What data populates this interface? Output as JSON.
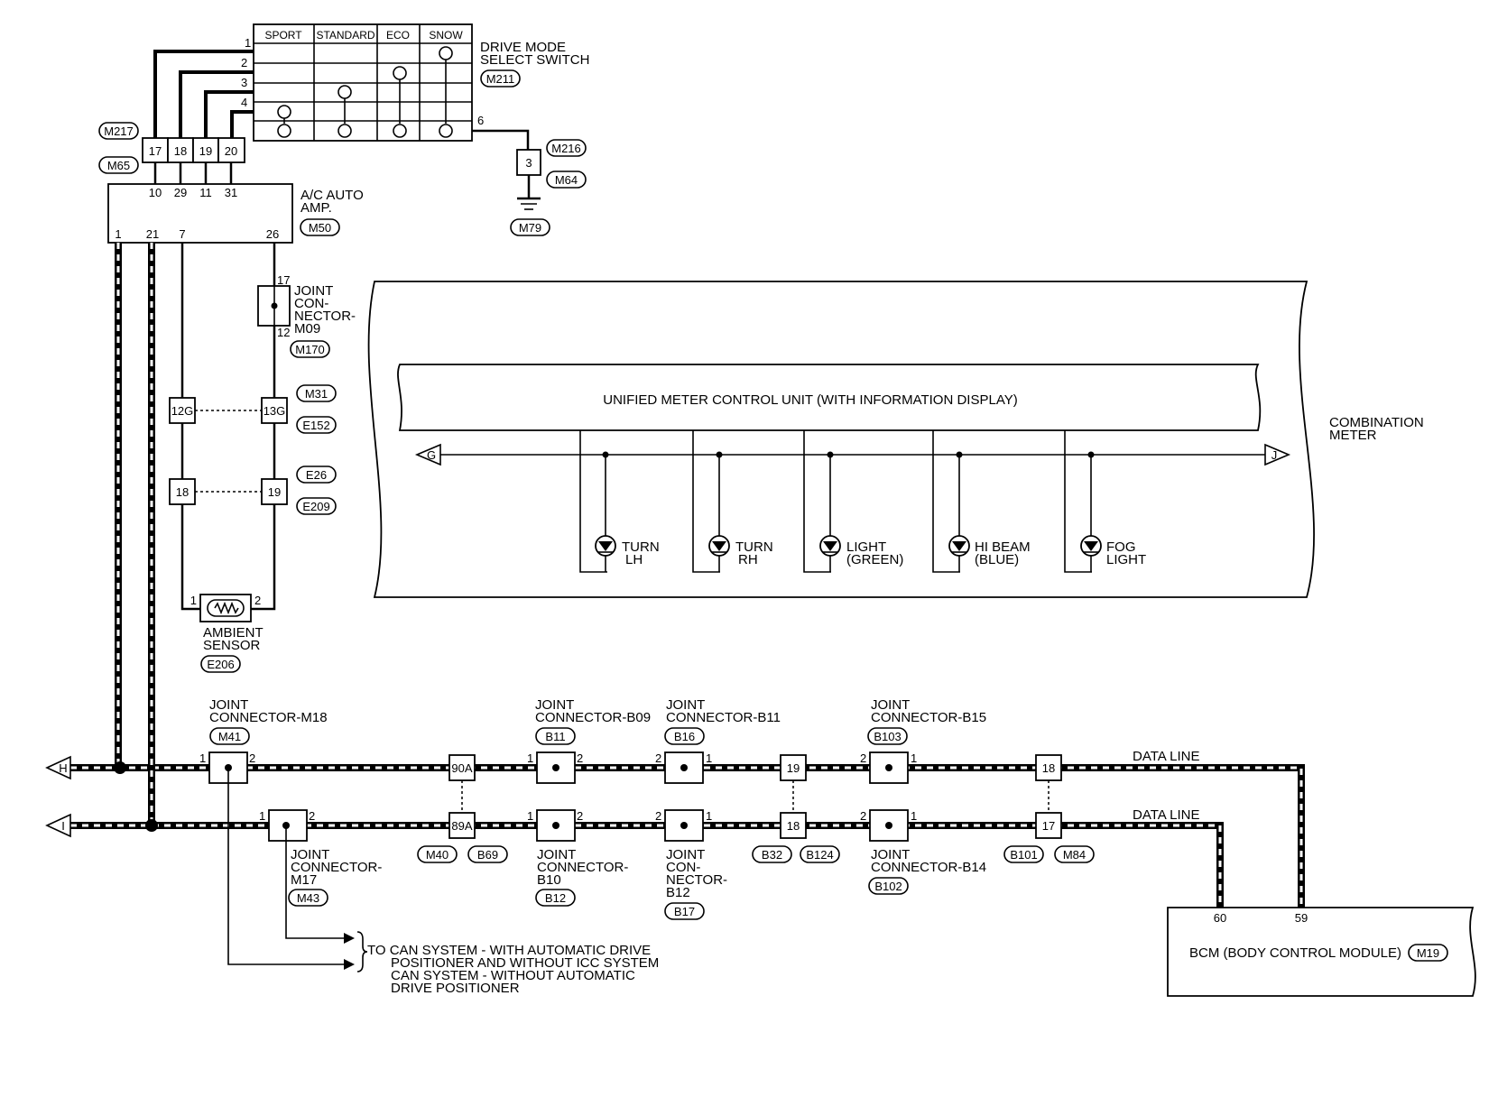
{
  "switch": {
    "title": [
      "DRIVE MODE",
      "SELECT SWITCH"
    ],
    "conn": "M211",
    "columns": [
      "SPORT",
      "STANDARD",
      "ECO",
      "SNOW"
    ],
    "rows": [
      "1",
      "2",
      "3",
      "4"
    ],
    "common_pin": "6"
  },
  "ground": {
    "pin": "3",
    "conn1": "M216",
    "conn2": "M64",
    "gnd": "M79"
  },
  "harness_top": {
    "conn1": "M217",
    "conn2": "M65",
    "pins": [
      "17",
      "18",
      "19",
      "20"
    ]
  },
  "ac_amp": {
    "title": [
      "A/C AUTO",
      "AMP."
    ],
    "conn": "M50",
    "top_pins": [
      "10",
      "29",
      "11",
      "31"
    ],
    "bottom_pins": [
      "1",
      "21",
      "7",
      "26"
    ]
  },
  "joint_m09": {
    "lines": [
      "JOINT",
      "CON-",
      "NECTOR-",
      "M09"
    ],
    "pin_top": "17",
    "pin_bottom": "12",
    "conn": "M170"
  },
  "inline1": {
    "left": "12G",
    "right": "13G",
    "conn1": "M31",
    "conn2": "E152"
  },
  "inline2": {
    "left": "18",
    "right": "19",
    "conn1": "E26",
    "conn2": "E209"
  },
  "ambient": {
    "lines": [
      "AMBIENT",
      "SENSOR"
    ],
    "conn": "E206",
    "pin1": "1",
    "pin2": "2"
  },
  "meter": {
    "unit": "UNIFIED METER CONTROL UNIT (WITH INFORMATION DISPLAY)",
    "title": [
      "COMBINATION",
      "METER"
    ],
    "left_arrow": "G",
    "right_arrow": "J",
    "lamps": [
      {
        "l1": "TURN",
        "l2": "LH"
      },
      {
        "l1": "TURN",
        "l2": "RH"
      },
      {
        "l1": "LIGHT",
        "l2": "(GREEN)"
      },
      {
        "l1": "HI BEAM",
        "l2": "(BLUE)"
      },
      {
        "l1": "FOG",
        "l2": "LIGHT"
      }
    ]
  },
  "can": {
    "arrow_h": "H",
    "arrow_i": "I",
    "data_line_label": "DATA LINE",
    "pin1": "1",
    "pin2": "2",
    "jc_m18": {
      "lines": [
        "JOINT",
        "CONNECTOR-M18"
      ],
      "conn": "M41"
    },
    "jc_m17": {
      "lines": [
        "JOINT",
        "CONNECTOR-",
        "M17"
      ],
      "conn": "M43"
    },
    "jc_b09": {
      "lines": [
        "JOINT",
        "CONNECTOR-B09"
      ],
      "conn": "B11"
    },
    "jc_b10": {
      "lines": [
        "JOINT",
        "CONNECTOR-",
        "B10"
      ],
      "conn": "B12"
    },
    "jc_b11": {
      "lines": [
        "JOINT",
        "CONNECTOR-B11"
      ],
      "conn": "B16"
    },
    "jc_b12": {
      "lines": [
        "JOINT",
        "CON-",
        "NECTOR-",
        "B12"
      ],
      "conn": "B17"
    },
    "jc_b15": {
      "lines": [
        "JOINT",
        "CONNECTOR-B15"
      ],
      "conn": "B103"
    },
    "jc_b14": {
      "lines": [
        "JOINT",
        "CONNECTOR-B14"
      ],
      "conn": "B102"
    },
    "inline_a": {
      "top": "90A",
      "bottom": "89A",
      "conn1": "M40",
      "conn2": "B69"
    },
    "inline_b": {
      "top": "19",
      "bottom": "18",
      "conn1": "B32",
      "conn2": "B124"
    },
    "inline_c": {
      "top": "18",
      "bottom": "17",
      "conn1": "B101",
      "conn2": "M84"
    },
    "note_lines": [
      "TO CAN SYSTEM - WITH AUTOMATIC DRIVE",
      "POSITIONER AND WITHOUT ICC SYSTEM",
      "CAN SYSTEM - WITHOUT AUTOMATIC",
      "DRIVE POSITIONER"
    ]
  },
  "bcm": {
    "title": "BCM (BODY CONTROL MODULE)",
    "conn": "M19",
    "pin_a": "60",
    "pin_b": "59"
  }
}
